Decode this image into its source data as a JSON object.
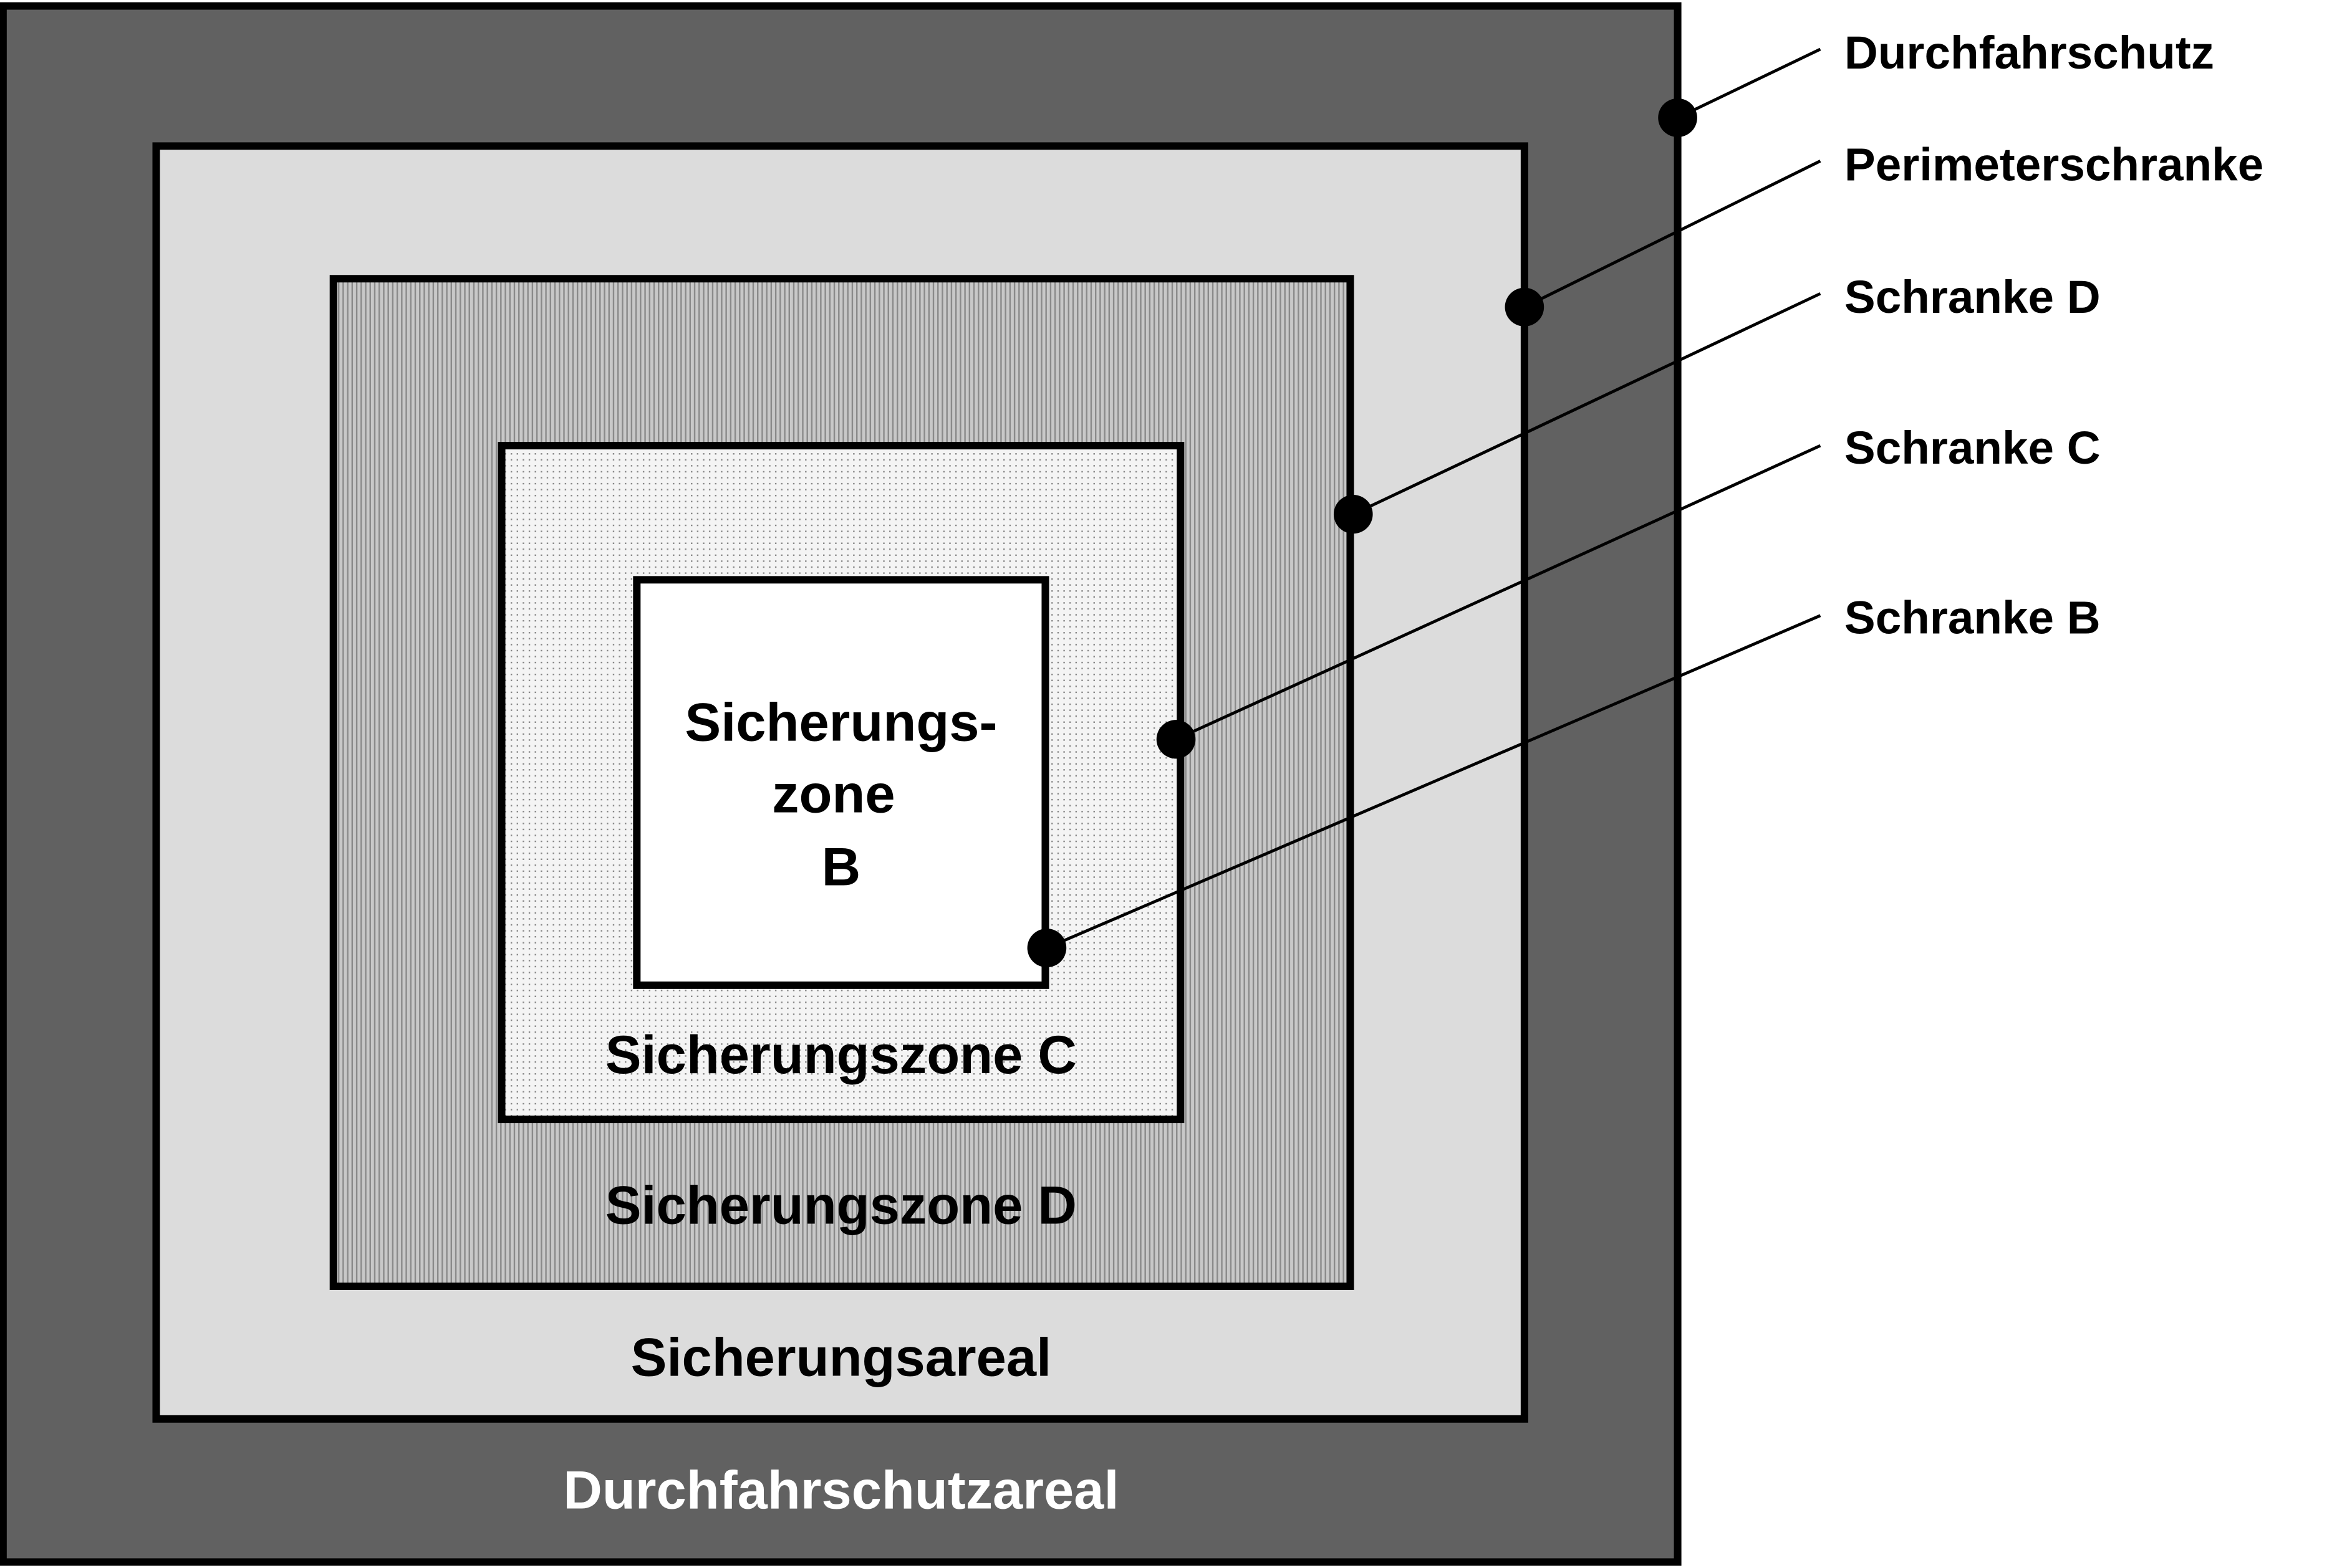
{
  "colors": {
    "durchfahrschutzareal": "#616161",
    "sicherungsareal": "#dcdcdc",
    "zone_d": "#b4b4b4",
    "zone_c": "#f2f2f2",
    "zone_b": "#ffffff"
  },
  "zones": {
    "durchfahrschutzareal": "Durchfahrschutzareal",
    "sicherungsareal": "Sicherungsareal",
    "zone_d": "Sicherungszone D",
    "zone_c": "Sicherungszone C",
    "zone_b_line1": "Sicherungs-",
    "zone_b_line2": "zone",
    "zone_b_line3": "B"
  },
  "barriers": [
    "Durchfahrschutz",
    "Perimeterschranke",
    "Schranke D",
    "Schranke C",
    "Schranke B"
  ]
}
